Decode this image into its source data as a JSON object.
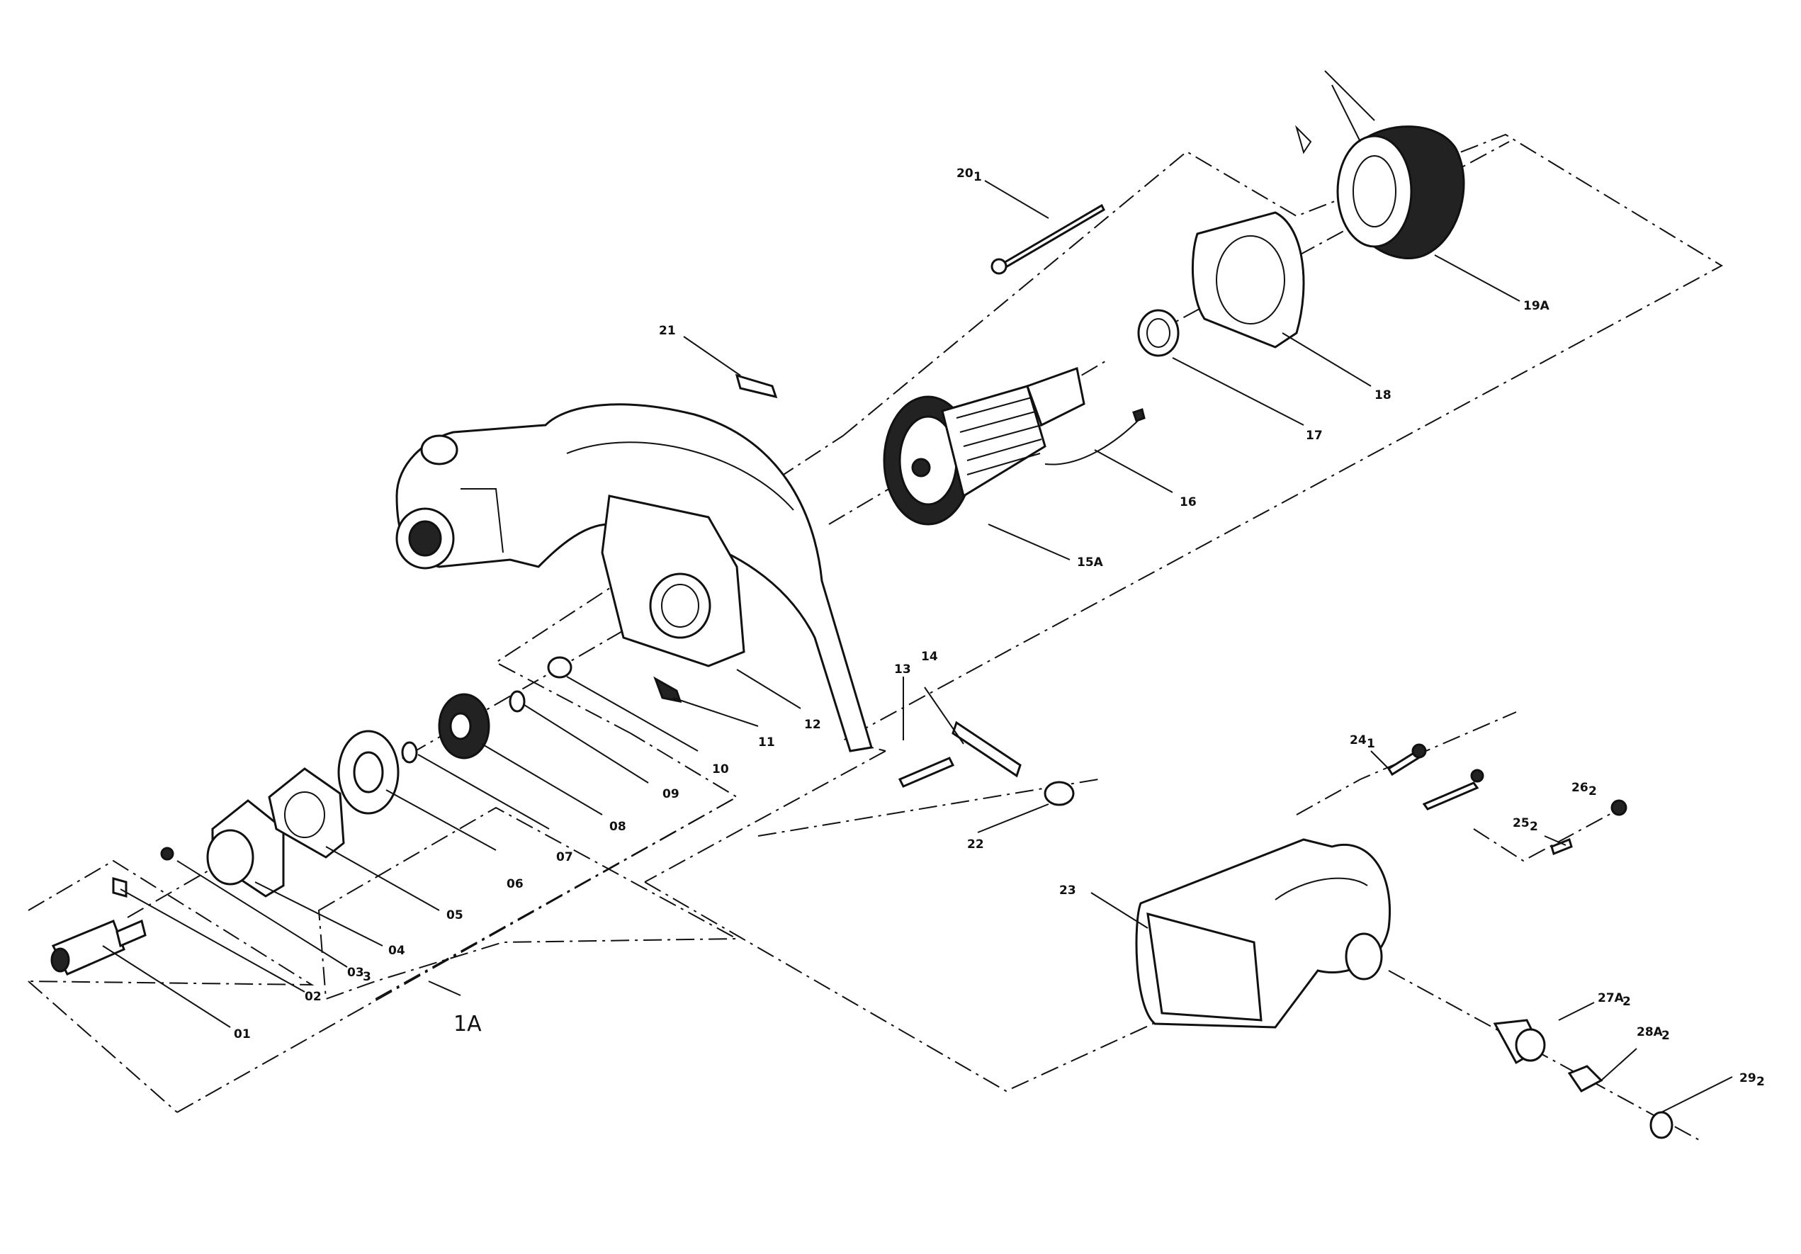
{
  "diagram": {
    "group_label": "1A",
    "parts": [
      {
        "id": "01",
        "label": "01"
      },
      {
        "id": "02",
        "label": "02"
      },
      {
        "id": "03",
        "label": "03",
        "sub": "3"
      },
      {
        "id": "04",
        "label": "04"
      },
      {
        "id": "05",
        "label": "05"
      },
      {
        "id": "06",
        "label": "06"
      },
      {
        "id": "07",
        "label": "07"
      },
      {
        "id": "08",
        "label": "08"
      },
      {
        "id": "09",
        "label": "09"
      },
      {
        "id": "10",
        "label": "10"
      },
      {
        "id": "11",
        "label": "11"
      },
      {
        "id": "12",
        "label": "12"
      },
      {
        "id": "13",
        "label": "13"
      },
      {
        "id": "14",
        "label": "14"
      },
      {
        "id": "15A",
        "label": "15A"
      },
      {
        "id": "16",
        "label": "16"
      },
      {
        "id": "17",
        "label": "17"
      },
      {
        "id": "18",
        "label": "18"
      },
      {
        "id": "19A",
        "label": "19A"
      },
      {
        "id": "20",
        "label": "20",
        "sub": "1"
      },
      {
        "id": "21",
        "label": "21"
      },
      {
        "id": "22",
        "label": "22"
      },
      {
        "id": "23",
        "label": "23"
      },
      {
        "id": "24",
        "label": "24",
        "sub": "1"
      },
      {
        "id": "25",
        "label": "25",
        "sub": "2"
      },
      {
        "id": "26",
        "label": "26",
        "sub": "2"
      },
      {
        "id": "27A",
        "label": "27A",
        "sub": "2"
      },
      {
        "id": "28A",
        "label": "28A",
        "sub": "2"
      },
      {
        "id": "29",
        "label": "29",
        "sub": "2"
      }
    ]
  }
}
